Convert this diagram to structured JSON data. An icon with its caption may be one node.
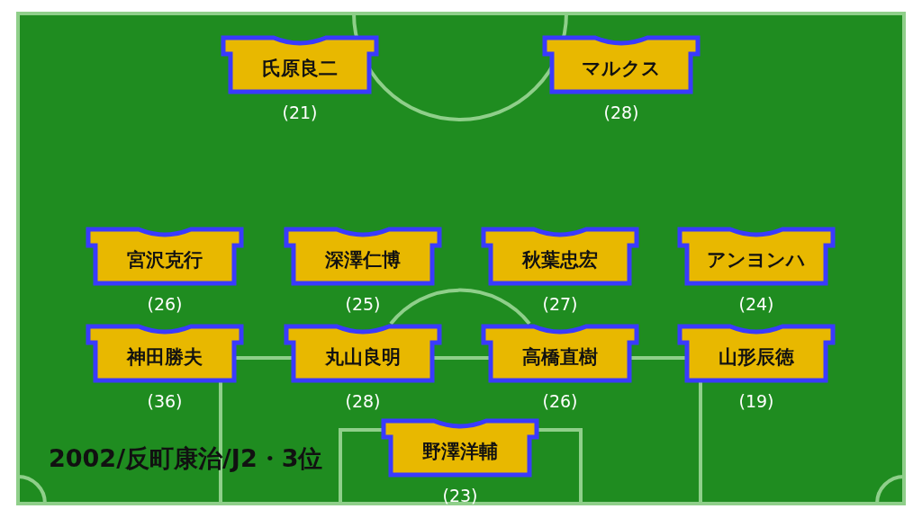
{
  "diagram": {
    "title": "2002/反町康治/J2・3位",
    "nodes": [
      {
        "text": [
          "氏原良二"
        ],
        "beside": [
          "(21)"
        ]
      },
      {
        "text": [
          "マルクス"
        ],
        "beside": [
          "(28)"
        ]
      },
      {
        "text": [
          "宮沢克行"
        ],
        "beside": [
          "(26)"
        ]
      },
      {
        "text": [
          "深澤仁博"
        ],
        "beside": [
          "(25)"
        ]
      },
      {
        "text": [
          "秋葉忠宏"
        ],
        "beside": [
          "(27)"
        ]
      },
      {
        "text": [
          "アンヨンハ"
        ],
        "beside": [
          "(24)"
        ]
      },
      {
        "text": [
          "神田勝夫"
        ],
        "beside": [
          "(36)"
        ]
      },
      {
        "text": [
          "丸山良明"
        ],
        "beside": [
          "(28)"
        ]
      },
      {
        "text": [
          "高橋直樹"
        ],
        "beside": [
          "(26)"
        ]
      },
      {
        "text": [
          "山形辰徳"
        ],
        "beside": [
          "(19)"
        ]
      },
      {
        "text": [
          "野澤洋輔"
        ],
        "beside": [
          "(23)"
        ]
      }
    ]
  }
}
